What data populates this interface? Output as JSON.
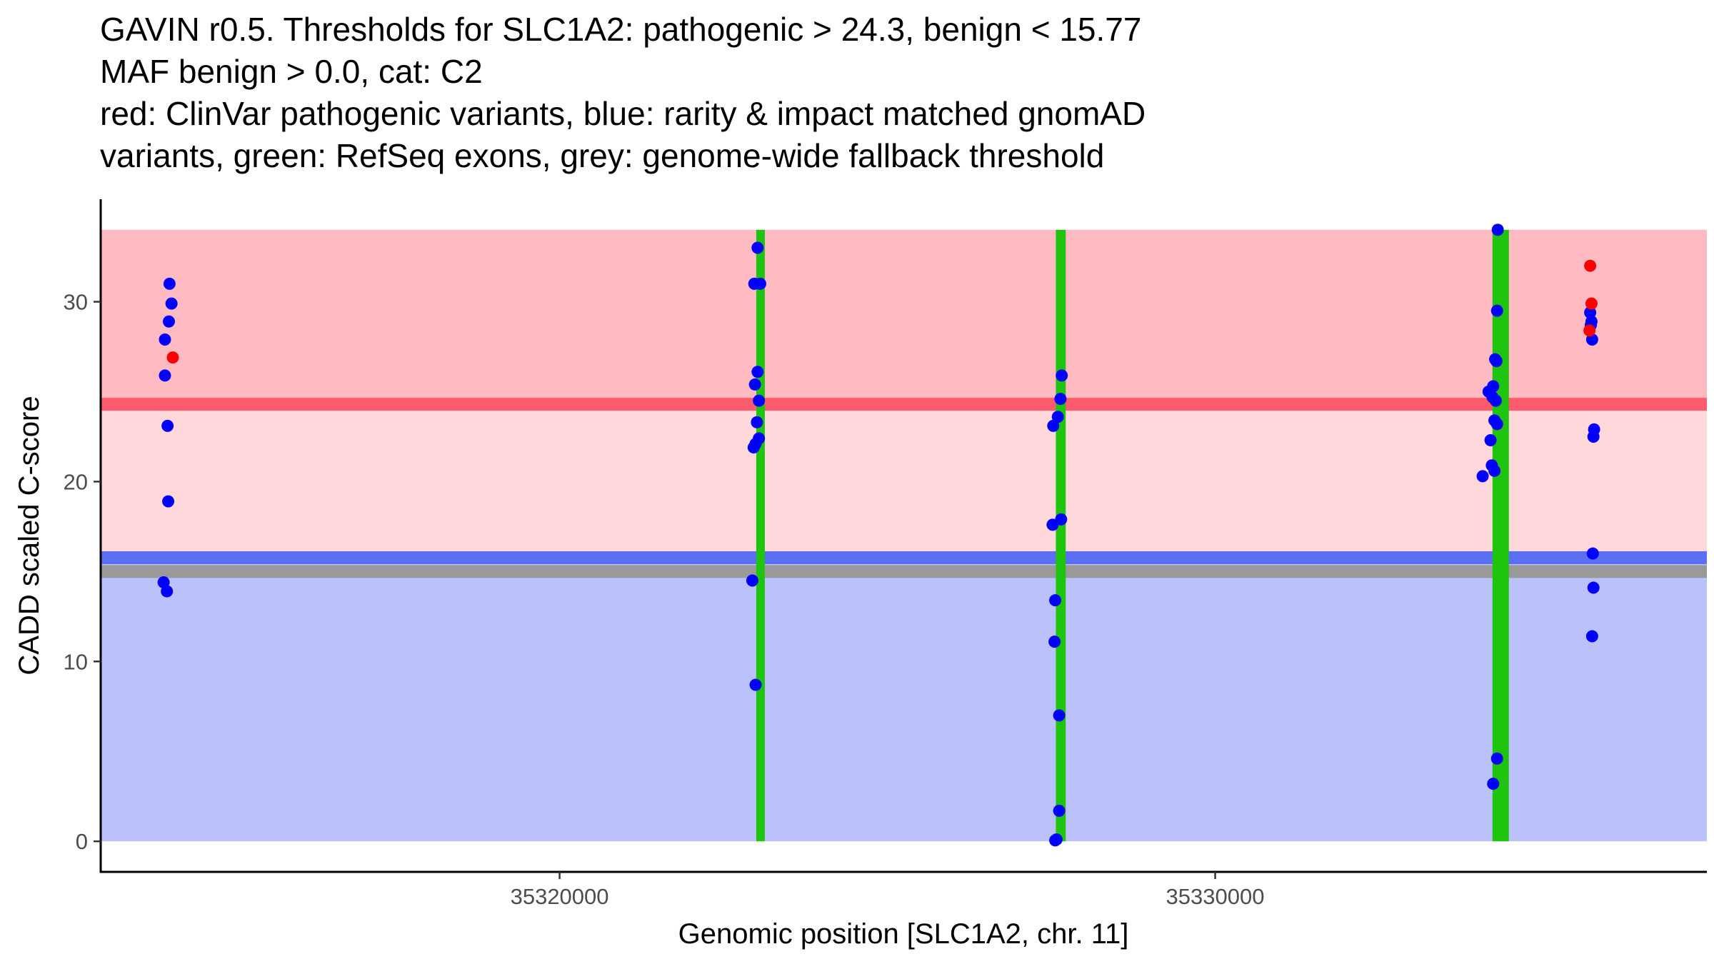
{
  "title_lines": [
    "GAVIN r0.5. Thresholds for SLC1A2: pathogenic > 24.3, benign < 15.77",
    "MAF benign > 0.0, cat: C2",
    "red: ClinVar pathogenic variants, blue: rarity & impact matched gnomAD",
    "variants, green: RefSeq exons, grey: genome-wide fallback threshold"
  ],
  "chart_data": {
    "type": "scatter",
    "xlabel": "Genomic position [SLC1A2, chr. 11]",
    "ylabel": "CADD scaled C-score",
    "xlim": [
      35313000,
      35337500
    ],
    "ylim": [
      -1.7,
      35.7
    ],
    "x_ticks": [
      35320000,
      35330000
    ],
    "y_ticks": [
      0,
      10,
      20,
      30
    ],
    "grid": false,
    "colors": {
      "pathogenic_zone": "#ffbbc1",
      "intermediate_zone": "#ffd8dc",
      "benign_zone": "#bbc2fb",
      "pathogenic_threshold": "#ff5b6c",
      "benign_threshold": "#5b6ff5",
      "fallback_threshold": "#999999",
      "exon": "#1ec40e",
      "gnomad_point": "#0000ff",
      "clinvar_point": "#ff0000"
    },
    "zones": [
      {
        "name": "pathogenic",
        "y_from": 24.3,
        "y_to": 34
      },
      {
        "name": "intermediate",
        "y_from": 15.77,
        "y_to": 24.3
      },
      {
        "name": "benign",
        "y_from": 0,
        "y_to": 15.77
      }
    ],
    "thresholds": [
      {
        "name": "pathogenic",
        "value": 24.3
      },
      {
        "name": "benign",
        "value": 15.77
      },
      {
        "name": "fallback",
        "value": 15.0
      }
    ],
    "exons": [
      {
        "start": 35323000,
        "end": 35323130,
        "y_from": 0,
        "y_to": 34
      },
      {
        "start": 35327570,
        "end": 35327720,
        "y_from": 0,
        "y_to": 34
      },
      {
        "start": 35334230,
        "end": 35334480,
        "y_from": 0,
        "y_to": 34
      }
    ],
    "series": [
      {
        "name": "ClinVar pathogenic",
        "color": "#ff0000",
        "points": [
          [
            35314100,
            26.9
          ],
          [
            35335720,
            32.0
          ],
          [
            35335740,
            29.9
          ],
          [
            35335710,
            28.4
          ]
        ]
      },
      {
        "name": "gnomAD",
        "color": "#0000ff",
        "points": [
          [
            35314050,
            31.0
          ],
          [
            35314080,
            29.9
          ],
          [
            35314040,
            28.9
          ],
          [
            35313980,
            27.9
          ],
          [
            35313980,
            25.9
          ],
          [
            35314020,
            23.1
          ],
          [
            35314030,
            18.9
          ],
          [
            35313960,
            14.4
          ],
          [
            35314010,
            13.9
          ],
          [
            35323020,
            33.0
          ],
          [
            35322970,
            31.0
          ],
          [
            35323060,
            31.0
          ],
          [
            35323020,
            26.1
          ],
          [
            35322980,
            25.4
          ],
          [
            35323040,
            24.5
          ],
          [
            35323010,
            23.3
          ],
          [
            35323040,
            22.4
          ],
          [
            35322990,
            22.1
          ],
          [
            35322960,
            21.9
          ],
          [
            35322940,
            14.5
          ],
          [
            35322990,
            8.7
          ],
          [
            35327660,
            25.9
          ],
          [
            35327640,
            24.6
          ],
          [
            35327600,
            23.6
          ],
          [
            35327530,
            23.1
          ],
          [
            35327650,
            17.9
          ],
          [
            35327520,
            17.6
          ],
          [
            35327560,
            13.4
          ],
          [
            35327550,
            11.1
          ],
          [
            35327620,
            7.0
          ],
          [
            35327620,
            1.7
          ],
          [
            35327580,
            0.1
          ],
          [
            35327560,
            0.05
          ],
          [
            35334310,
            34.0
          ],
          [
            35334300,
            29.5
          ],
          [
            35334290,
            26.7
          ],
          [
            35334270,
            26.8
          ],
          [
            35334240,
            25.3
          ],
          [
            35334170,
            25.0
          ],
          [
            35334280,
            24.5
          ],
          [
            35334230,
            24.7
          ],
          [
            35334260,
            23.4
          ],
          [
            35334300,
            23.2
          ],
          [
            35334200,
            22.3
          ],
          [
            35334220,
            20.9
          ],
          [
            35334260,
            20.6
          ],
          [
            35334080,
            20.3
          ],
          [
            35334300,
            4.6
          ],
          [
            35334240,
            3.2
          ],
          [
            35335720,
            29.4
          ],
          [
            35335740,
            28.9
          ],
          [
            35335730,
            28.7
          ],
          [
            35335750,
            27.9
          ],
          [
            35335780,
            22.9
          ],
          [
            35335770,
            22.5
          ],
          [
            35335760,
            16.0
          ],
          [
            35335770,
            14.1
          ],
          [
            35335750,
            11.4
          ]
        ]
      }
    ]
  }
}
